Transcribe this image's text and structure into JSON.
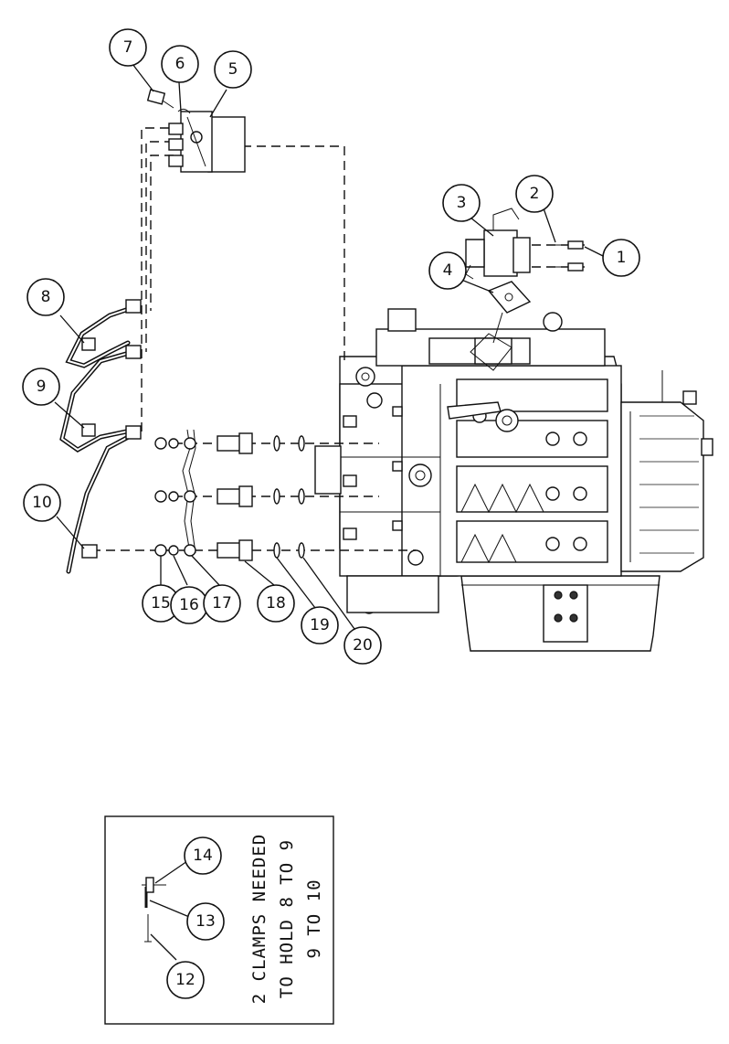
{
  "callouts": [
    {
      "id": "1",
      "label": "1"
    },
    {
      "id": "2",
      "label": "2"
    },
    {
      "id": "3",
      "label": "3"
    },
    {
      "id": "4",
      "label": "4"
    },
    {
      "id": "5",
      "label": "5"
    },
    {
      "id": "6",
      "label": "6"
    },
    {
      "id": "7",
      "label": "7"
    },
    {
      "id": "8",
      "label": "8"
    },
    {
      "id": "9",
      "label": "9"
    },
    {
      "id": "10",
      "label": "10"
    },
    {
      "id": "12",
      "label": "12"
    },
    {
      "id": "13",
      "label": "13"
    },
    {
      "id": "14",
      "label": "14"
    },
    {
      "id": "15",
      "label": "15"
    },
    {
      "id": "16",
      "label": "16"
    },
    {
      "id": "17",
      "label": "17"
    },
    {
      "id": "18",
      "label": "18"
    },
    {
      "id": "19",
      "label": "19"
    },
    {
      "id": "20",
      "label": "20"
    }
  ],
  "inset": {
    "note_line1": "2 CLAMPS NEEDED",
    "note_line2": "TO HOLD 8 TO 9",
    "note_line3": "9 TO 10"
  }
}
